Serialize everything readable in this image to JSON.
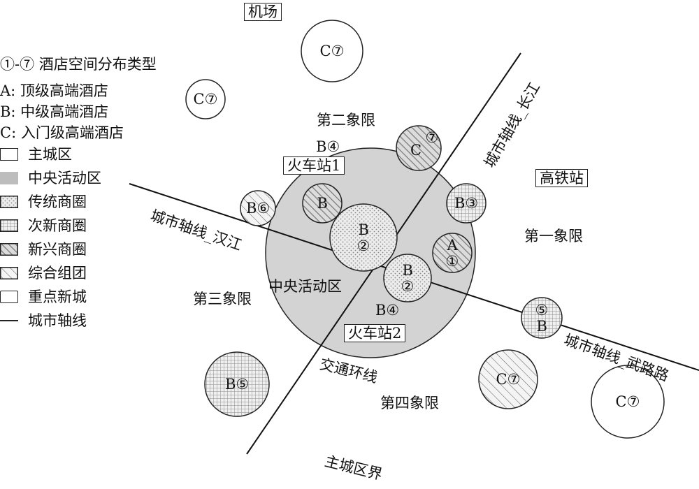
{
  "legend": {
    "title": "①-⑦ 酒店空间分布类型",
    "types": [
      "A: 顶级高端酒店",
      "B: 中级高端酒店",
      "C: 入门级高端酒店"
    ],
    "items": [
      {
        "key": "main",
        "label": "主城区"
      },
      {
        "key": "central",
        "label": "中央活动区"
      },
      {
        "key": "traditional",
        "label": "传统商圈"
      },
      {
        "key": "subnew",
        "label": "次新商圈"
      },
      {
        "key": "emerging",
        "label": "新兴商圈"
      },
      {
        "key": "cluster",
        "label": "综合组团"
      },
      {
        "key": "newcity",
        "label": "重点新城"
      },
      {
        "key": "axis",
        "label": "城市轴线"
      }
    ]
  },
  "places": {
    "airport": "机场",
    "train_station_1": "火车站1",
    "train_station_2": "火车站2",
    "high_speed_station": "高铁站"
  },
  "quadrants": {
    "q1": "第一象限",
    "q2": "第二象限",
    "q3": "第三象限",
    "q4": "第四象限"
  },
  "zones": {
    "central_area": "中央活动区",
    "traffic_ring": "交通环线",
    "main_city_boundary": "主城区界"
  },
  "axes": {
    "changjiang": "城市轴线_长江",
    "hanjiang": "城市轴线_汉江",
    "wuluolu": "城市轴线_武路路"
  },
  "hotels": [
    {
      "id": "h1",
      "text": "C⑦",
      "pattern": "none"
    },
    {
      "id": "h2",
      "text": "C⑦",
      "pattern": "none"
    },
    {
      "id": "h3",
      "text": "C",
      "sup": "⑦",
      "pattern": "emerging"
    },
    {
      "id": "h4",
      "text": "B④",
      "pattern": "none"
    },
    {
      "id": "h5",
      "text": "B",
      "pattern": "emerging"
    },
    {
      "id": "h6",
      "text": "B⑥",
      "pattern": "cluster"
    },
    {
      "id": "h7",
      "text": "B③",
      "pattern": "subnew"
    },
    {
      "id": "h8",
      "text": "B",
      "sub": "②",
      "pattern": "traditional"
    },
    {
      "id": "h9",
      "text": "A",
      "sub": "①",
      "pattern": "emerging"
    },
    {
      "id": "h10",
      "text": "B",
      "sub": "②",
      "pattern": "traditional"
    },
    {
      "id": "h11",
      "text": "B④",
      "pattern": "none"
    },
    {
      "id": "h12",
      "text": "⑤",
      "sub": "B",
      "pattern": "subnew"
    },
    {
      "id": "h13",
      "text": "B⑤",
      "pattern": "subnew"
    },
    {
      "id": "h14",
      "text": "C⑦",
      "pattern": "cluster"
    },
    {
      "id": "h15",
      "text": "C⑦",
      "pattern": "none"
    }
  ],
  "colors": {
    "central_fill": "#d3d3d3",
    "line": "#222222",
    "hatch": "#555555"
  }
}
